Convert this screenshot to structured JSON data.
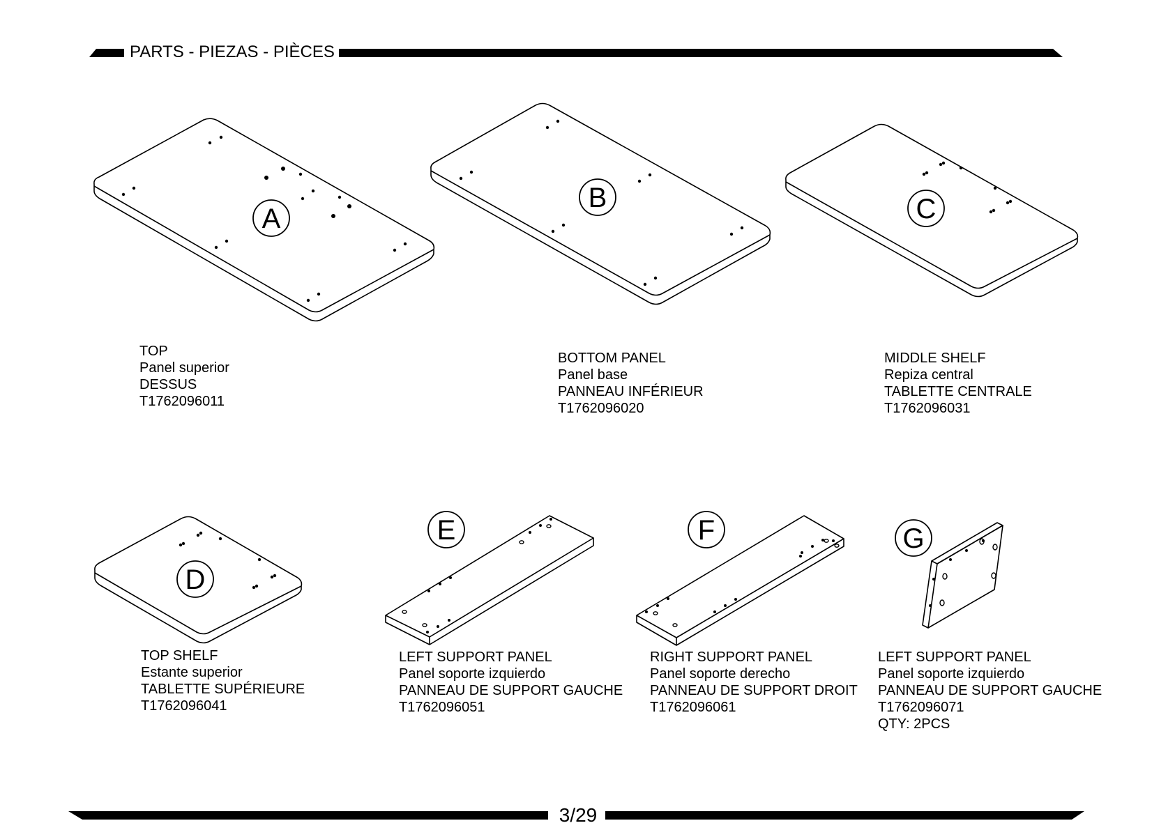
{
  "header": {
    "title": "PARTS - PIEZAS - PIÈCES"
  },
  "footer": {
    "page": "3/29"
  },
  "parts": [
    {
      "letter": "A",
      "lines": [
        "TOP",
        "Panel superior",
        "DESSUS",
        "T1762096011"
      ]
    },
    {
      "letter": "B",
      "lines": [
        "BOTTOM PANEL",
        "Panel base",
        "PANNEAU INFÉRIEUR",
        "T1762096020"
      ]
    },
    {
      "letter": "C",
      "lines": [
        "MIDDLE SHELF",
        "Repiza central",
        "TABLETTE CENTRALE",
        "T1762096031"
      ]
    },
    {
      "letter": "D",
      "lines": [
        "TOP SHELF",
        "Estante superior",
        "TABLETTE SUPÉRIEURE",
        "T1762096041"
      ]
    },
    {
      "letter": "E",
      "lines": [
        "LEFT SUPPORT PANEL",
        "Panel soporte izquierdo",
        "PANNEAU DE SUPPORT GAUCHE",
        "T1762096051"
      ]
    },
    {
      "letter": "F",
      "lines": [
        "RIGHT SUPPORT PANEL",
        "Panel soporte derecho",
        "PANNEAU DE SUPPORT DROIT",
        "T1762096061"
      ]
    },
    {
      "letter": "G",
      "lines": [
        "LEFT SUPPORT PANEL",
        "Panel soporte izquierdo",
        "PANNEAU DE SUPPORT GAUCHE",
        "T1762096071",
        "QTY: 2PCS"
      ]
    }
  ]
}
